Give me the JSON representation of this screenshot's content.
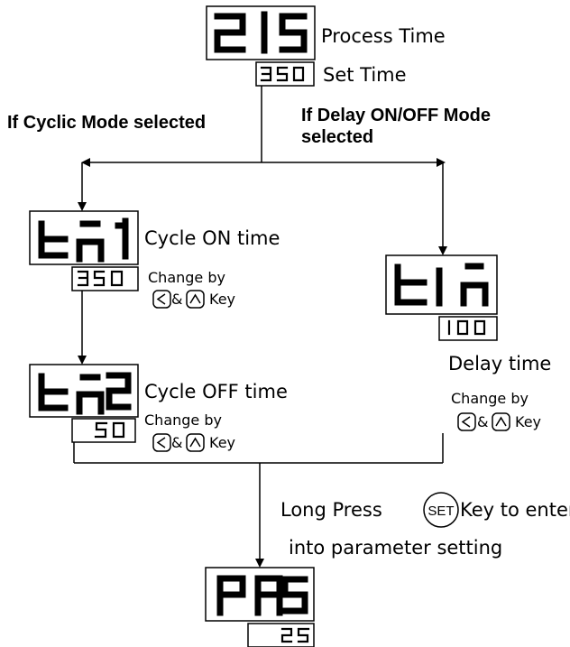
{
  "displays": {
    "main": {
      "value": "215",
      "label": "Process Time"
    },
    "set": {
      "value": "350",
      "label": "Set Time"
    },
    "tn1": {
      "value": "tn1",
      "label": "Cycle ON time",
      "sub_value": "350"
    },
    "tn2": {
      "value": "tn2",
      "label": "Cycle OFF time",
      "sub_value": "50"
    },
    "t1n": {
      "value": "t1n",
      "sub_value": "100",
      "label": "Delay time"
    },
    "pas": {
      "value": "PAS",
      "sub_value": "25"
    }
  },
  "modes": {
    "cyclic": "If Cyclic Mode selected",
    "delay_line1": "If Delay ON/OFF Mode",
    "delay_line2": "selected"
  },
  "change_by": {
    "text": "Change by",
    "key_text": "Key",
    "amp": "&"
  },
  "long_press": {
    "prefix": "Long Press",
    "key_label": "SET",
    "suffix": "Key to enter",
    "line2": "into parameter setting"
  },
  "icons": [
    "left-arrow-key-icon",
    "up-arrow-key-icon",
    "set-key-icon"
  ]
}
